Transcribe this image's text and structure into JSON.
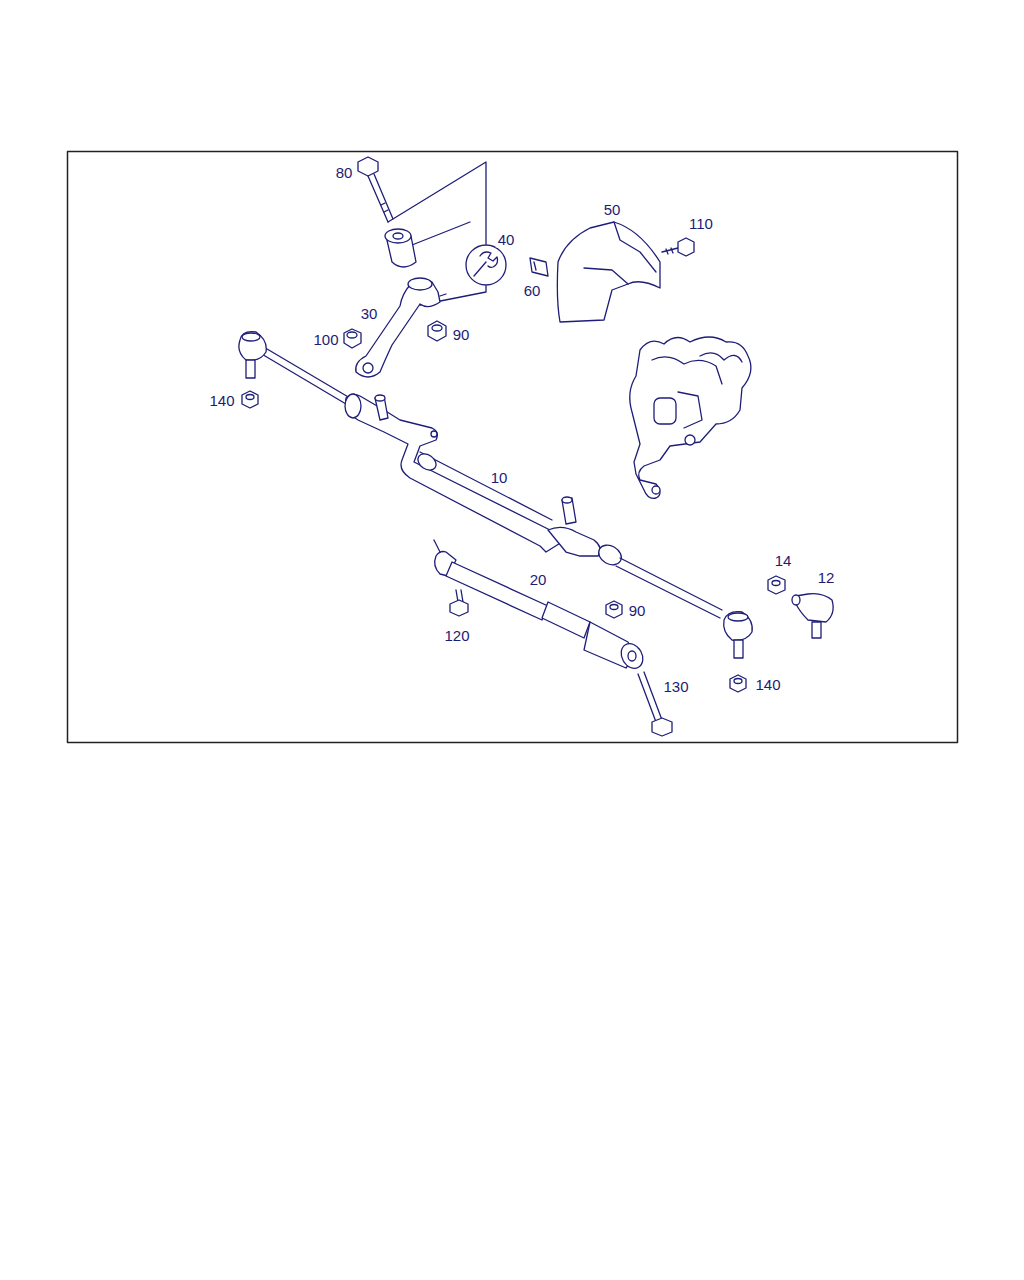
{
  "diagram": {
    "labels": [
      "80",
      "50",
      "110",
      "40",
      "60",
      "30",
      "100",
      "90",
      "140",
      "10",
      "14",
      "12",
      "20",
      "90",
      "120",
      "130",
      "140"
    ]
  }
}
